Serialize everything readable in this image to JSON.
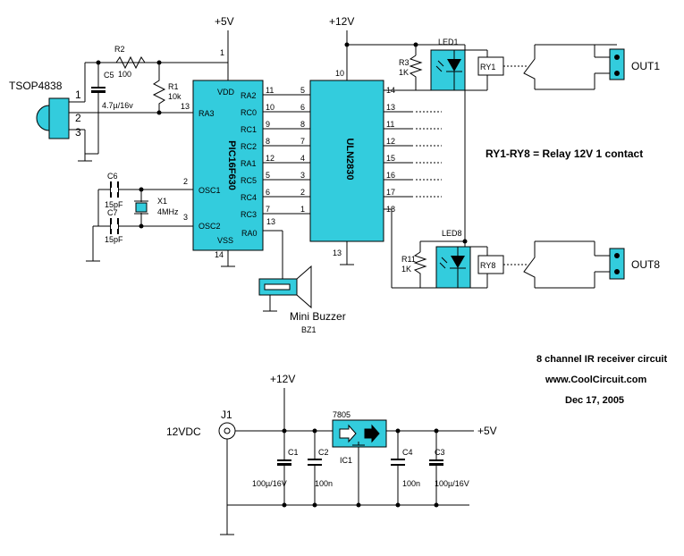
{
  "supply": {
    "plus5v": "+5V",
    "plus12v": "+12V"
  },
  "ir": {
    "name": "TSOP4838",
    "pins": [
      "1",
      "2",
      "3"
    ]
  },
  "pic": {
    "name": "PIC16F630",
    "vdd": "VDD",
    "vss": "VSS",
    "osc1": "OSC1",
    "osc2": "OSC2",
    "pin_vdd": "1",
    "pin_vss": "14",
    "pin_osc1": "2",
    "pin_osc2": "3",
    "ra3": "RA3",
    "pin_ra3": "13",
    "ra0": "RA0",
    "pin_ra0": "13",
    "outputs": [
      {
        "pin": "11",
        "label": "RA2"
      },
      {
        "pin": "10",
        "label": "RC0"
      },
      {
        "pin": "9",
        "label": "RC1"
      },
      {
        "pin": "8",
        "label": "RC2"
      },
      {
        "pin": "12",
        "label": "RA1"
      },
      {
        "pin": "5",
        "label": "RC5"
      },
      {
        "pin": "6",
        "label": "RC4"
      },
      {
        "pin": "7",
        "label": "RC3"
      }
    ]
  },
  "uln": {
    "name": "ULN2830",
    "pin_top": "10",
    "pin_bottom": "13",
    "inputs": [
      "5",
      "6",
      "8",
      "7",
      "4",
      "3",
      "2",
      "1"
    ],
    "outputs": [
      "14",
      "13",
      "11",
      "12",
      "15",
      "16",
      "17",
      "18"
    ]
  },
  "parts": {
    "r2": "R2",
    "r2v": "100",
    "r1": "R1",
    "r1v": "10k",
    "c5": "C5",
    "c5v": "4.7µ/16v",
    "c6": "C6",
    "c6v": "15pF",
    "c7": "C7",
    "c7v": "15pF",
    "x1": "X1",
    "x1v": "4MHz",
    "r3": "R3",
    "r3v": "1K",
    "r11": "R11",
    "r11v": "1K",
    "led1": "LED1",
    "led8": "LED8",
    "ry1": "RY1",
    "ry8": "RY8",
    "out1": "OUT1",
    "out8": "OUT8",
    "buzzer": "Mini Buzzer",
    "bz1": "BZ1"
  },
  "notes": {
    "relay": "RY1-RY8 = Relay 12V 1 contact",
    "title": "8 channel IR receiver circuit",
    "site": "www.CoolCircuit.com",
    "date": "Dec 17, 2005"
  },
  "psu": {
    "j1": "J1",
    "input": "12VDC",
    "v12": "+12V",
    "v5": "+5V",
    "reg": "7805",
    "ic1": "IC1",
    "c1": "C1",
    "c1v": "100µ/16V",
    "c2": "C2",
    "c2v": "100n",
    "c4": "C4",
    "c4v": "100n",
    "c3": "C3",
    "c3v": "100µ/16V"
  }
}
